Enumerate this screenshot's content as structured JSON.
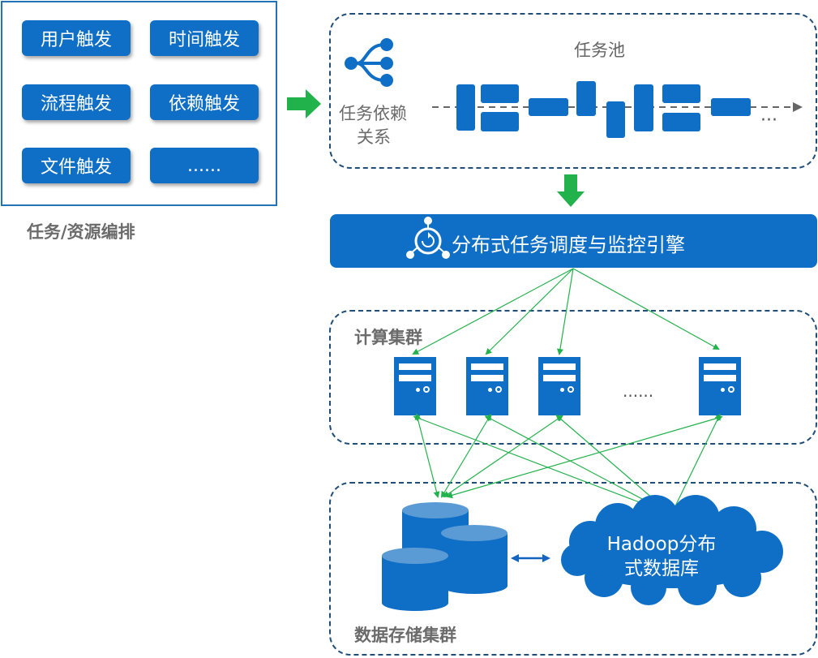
{
  "orchestration": {
    "triggers": [
      "用户触发",
      "时间触发",
      "流程触发",
      "依赖触发",
      "文件触发",
      "......"
    ],
    "caption": "任务/资源编排"
  },
  "task_pool": {
    "title": "任务池",
    "dependency_label_line1": "任务依赖",
    "dependency_label_line2": "关系",
    "ellipsis": "···"
  },
  "engine": {
    "label": "分布式任务调度与监控引擎"
  },
  "compute": {
    "caption": "计算集群",
    "ellipsis": "......"
  },
  "storage": {
    "caption": "数据存储集群",
    "hadoop_line1": "Hadoop分布",
    "hadoop_line2": "式数据库"
  },
  "colors": {
    "primary_blue": "#0f6fc6",
    "dashed_border": "#1f4e79",
    "arrow_green": "#22b24c",
    "caption_gray": "#6b6b6b"
  }
}
